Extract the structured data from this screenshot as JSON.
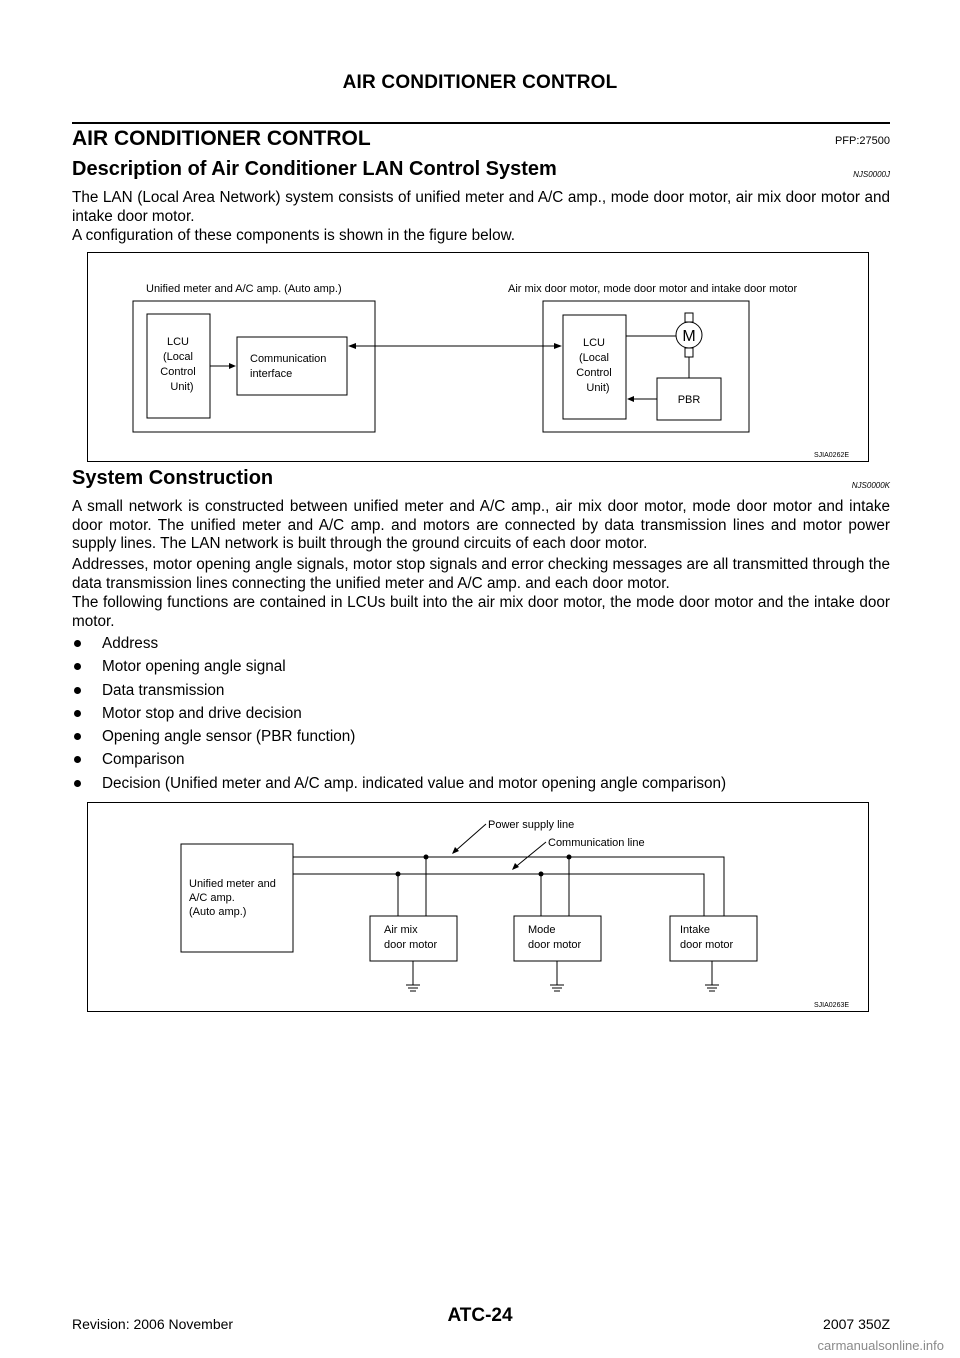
{
  "header": {
    "title": "AIR CONDITIONER CONTROL"
  },
  "section": {
    "title": "AIR CONDITIONER CONTROL",
    "code": "PFP:27500"
  },
  "description": {
    "title": "Description of Air Conditioner LAN Control System",
    "code": "NJS0000J",
    "paragraph": "The LAN (Local Area Network) system consists of unified meter and A/C amp., mode door motor, air mix door motor and intake door motor.",
    "paragraph2": "A configuration of these components is shown in the figure below."
  },
  "figure1": {
    "left_title": "Unified meter and A/C amp. (Auto amp.)",
    "right_title": "Air mix door motor, mode door motor and intake door motor",
    "lcu_left": [
      "LCU",
      "(Local",
      "Control",
      "Unit)"
    ],
    "comm": [
      "Communication",
      "interface"
    ],
    "lcu_right": [
      "LCU",
      "(Local",
      "Control",
      "Unit)"
    ],
    "motor": "M",
    "pbr": "PBR",
    "ref": "SJIA0262E"
  },
  "construction": {
    "title": "System Construction",
    "code": "NJS0000K",
    "paragraphs": [
      "A small network is constructed between unified meter and A/C amp., air mix door motor, mode door motor and intake door motor. The unified meter and A/C amp. and motors are connected by data transmission lines and motor power supply lines. The LAN network is built through the ground circuits of each door motor.",
      "Addresses, motor opening angle signals, motor stop signals and error checking messages are all transmitted through the data transmission lines connecting the unified meter and A/C amp. and each door motor.",
      "The following functions are contained in LCUs built into the air mix door motor, the mode door motor and the intake door motor."
    ],
    "bullets": [
      "Address",
      "Motor opening angle signal",
      "Data transmission",
      "Motor stop and drive decision",
      "Opening angle sensor (PBR function)",
      "Comparison",
      "Decision (Unified meter and A/C amp. indicated value and motor opening angle comparison)"
    ]
  },
  "figure2": {
    "power_label": "Power  supply  line",
    "comm_label": "Communication  line",
    "amp": [
      "Unified meter and",
      "A/C amp.",
      "(Auto amp.)"
    ],
    "airmix": [
      "Air  mix",
      "door  motor"
    ],
    "mode": [
      "Mode",
      "door  motor"
    ],
    "intake": [
      "Intake",
      "door  motor"
    ],
    "ref": "SJIA0263E"
  },
  "footer": {
    "revision": "Revision: 2006 November",
    "page": "ATC-24",
    "model": "2007 350Z",
    "watermark": "carmanualsonline.info"
  }
}
